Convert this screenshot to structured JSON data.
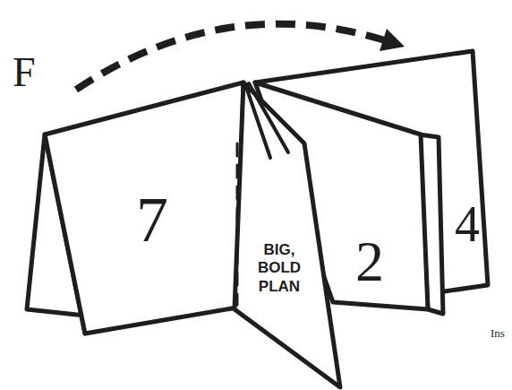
{
  "diagram": {
    "nodes": [
      {
        "text": [
          "7"
        ]
      },
      {
        "text": [
          "BIG, BOLD PLAN"
        ]
      },
      {
        "text": [
          "2"
        ]
      },
      {
        "text": [
          "4"
        ]
      }
    ],
    "labels": [
      "F",
      "Ins"
    ]
  }
}
